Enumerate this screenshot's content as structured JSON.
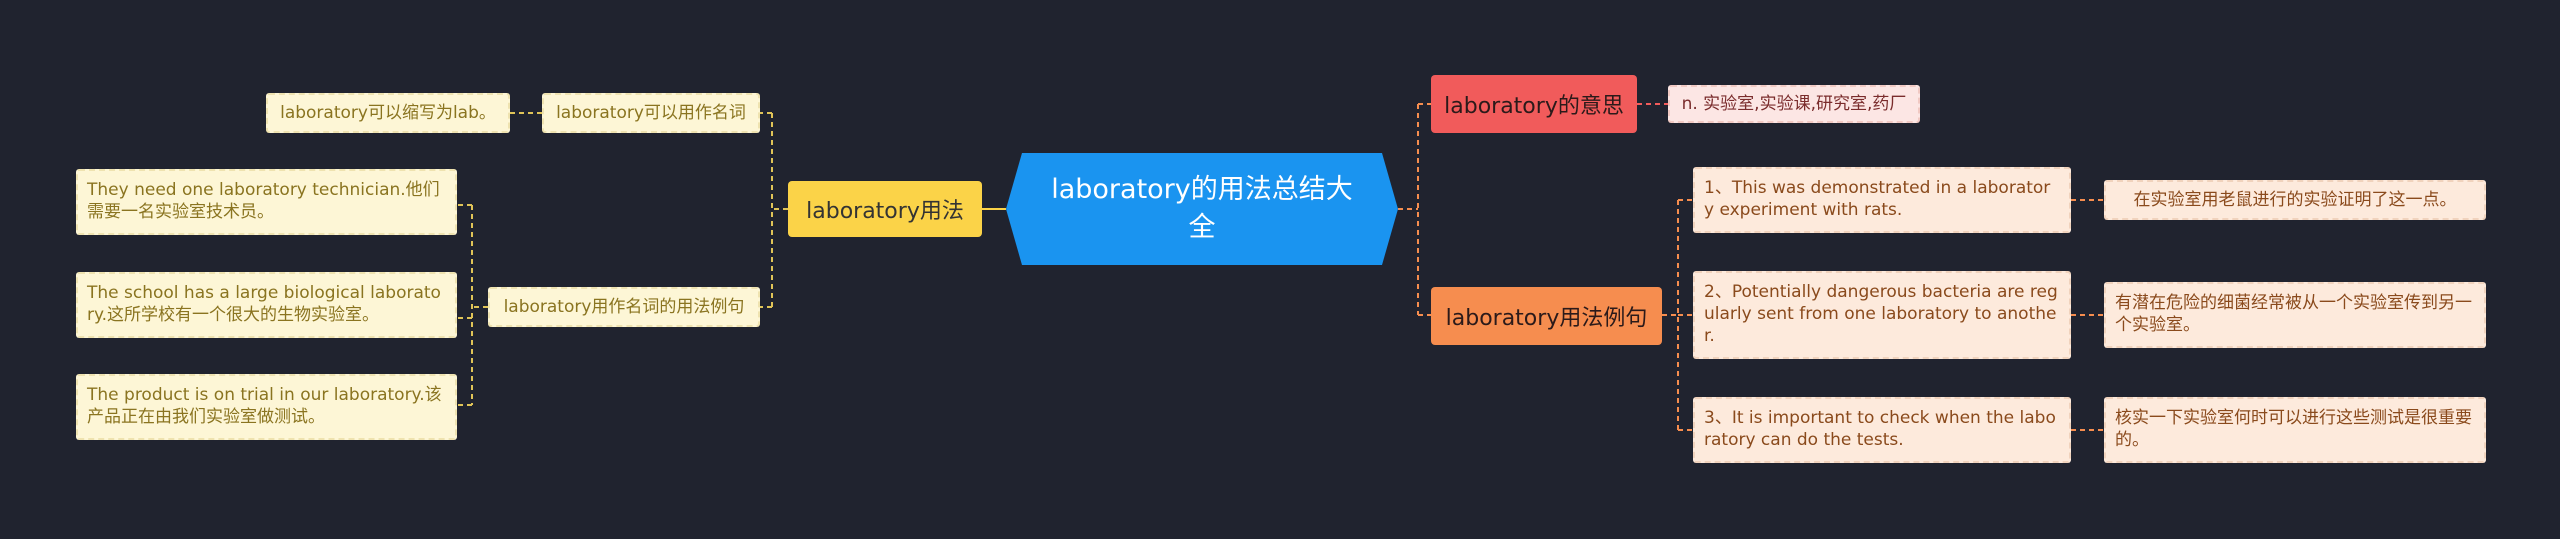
{
  "center": {
    "title": "laboratory的用法总结大全"
  },
  "left": {
    "usage": {
      "label": "laboratory用法",
      "children": [
        {
          "label": "laboratory可以用作名词",
          "children": [
            "laboratory可以缩写为lab。"
          ]
        },
        {
          "label": "laboratory用作名词的用法例句",
          "children": [
            "They need one laboratory technician.他们需要一名实验室技术员。",
            "The school has a large biological laboratory.这所学校有一个很大的生物实验室。",
            "The product is on trial in our laboratory.该产品正在由我们实验室做测试。"
          ]
        }
      ]
    }
  },
  "right": {
    "meaning": {
      "label": "laboratory的意思",
      "detail": "n. 实验室,实验课,研究室,药厂"
    },
    "examples": {
      "label": "laboratory用法例句",
      "items": [
        {
          "en": "1、This was demonstrated in a laboratory experiment with rats.",
          "zh": "在实验室用老鼠进行的实验证明了这一点。"
        },
        {
          "en": "2、Potentially dangerous bacteria are regularly sent from one laboratory to another.",
          "zh": "有潜在危险的细菌经常被从一个实验室传到另一个实验室。"
        },
        {
          "en": "3、It is important to check when the laboratory can do the tests.",
          "zh": "核实一下实验室何时可以进行这些测试是很重要的。"
        }
      ]
    }
  },
  "colors": {
    "background": "#20232f",
    "center": "#1a94f0",
    "usage": "#fbd348",
    "meaning": "#f15b5b",
    "examples": "#f68d4f"
  }
}
